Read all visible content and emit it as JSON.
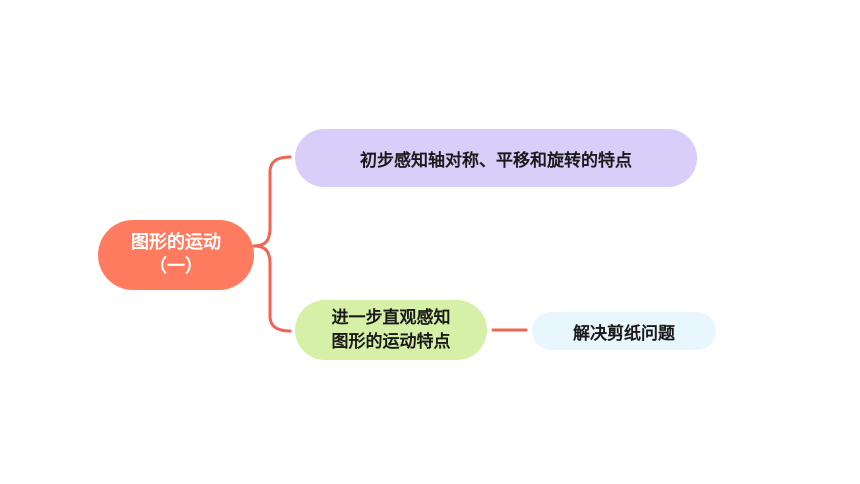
{
  "mindmap": {
    "root": {
      "label": "图形的运动\n（一）",
      "color": "#ff7b5f"
    },
    "branches": [
      {
        "label": "初步感知轴对称、平移和旋转的特点",
        "color": "#d9cdf9"
      },
      {
        "label": "进一步直观感知\n图形的运动特点",
        "color": "#d6f0a8",
        "children": [
          {
            "label": "解决剪纸问题",
            "color": "#e8f6fd"
          }
        ]
      }
    ],
    "connector_color": "#f06452"
  }
}
